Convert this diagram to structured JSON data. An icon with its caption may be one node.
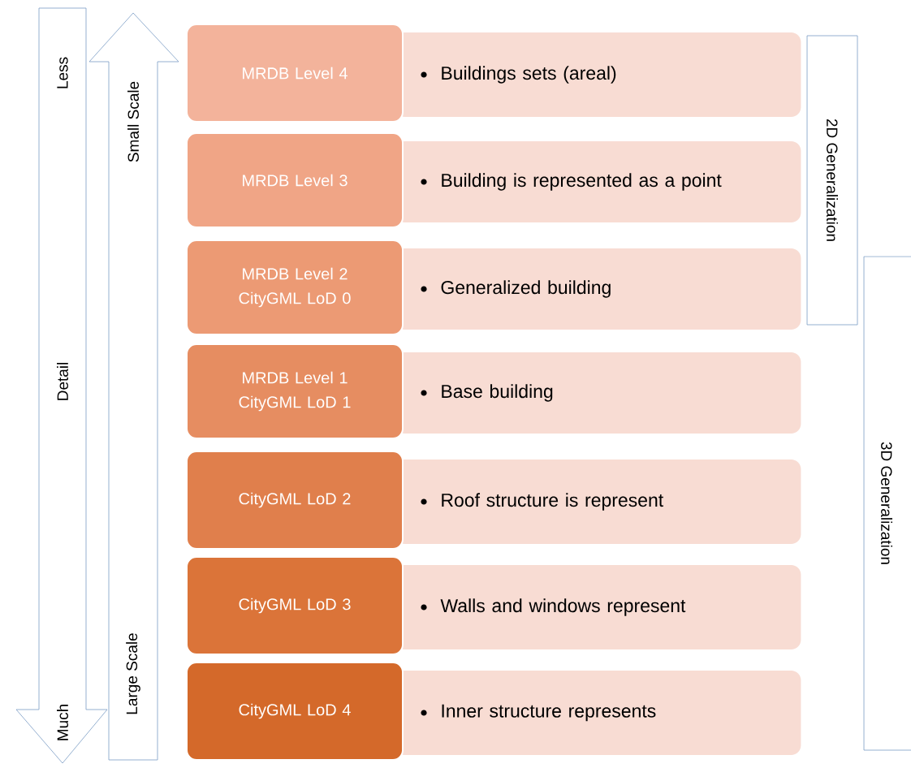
{
  "diagram": {
    "nodes": [
      {
        "text": [
          "Less",
          "Detail",
          "Much"
        ]
      },
      {
        "text": [
          "Small Scale",
          "Large Scale"
        ]
      },
      {
        "text": [
          "MRDB Level 4"
        ]
      },
      {
        "text": [
          "Buildings sets (areal)"
        ]
      },
      {
        "text": [
          "MRDB Level 3"
        ]
      },
      {
        "text": [
          "Building is represented as a point"
        ]
      },
      {
        "text": [
          "MRDB Level 2",
          "CityGML LoD 0"
        ]
      },
      {
        "text": [
          "Generalized building"
        ]
      },
      {
        "text": [
          "MRDB Level 1",
          "CityGML LoD 1"
        ]
      },
      {
        "text": [
          "Base building"
        ]
      },
      {
        "text": [
          "CityGML LoD 2"
        ]
      },
      {
        "text": [
          "Roof structure is represent"
        ]
      },
      {
        "text": [
          "CityGML LoD 3"
        ]
      },
      {
        "text": [
          "Walls and windows represent"
        ]
      },
      {
        "text": [
          "CityGML LoD 4"
        ]
      },
      {
        "text": [
          "Inner structure represents"
        ]
      },
      {
        "text": [
          "2D Generalization"
        ]
      },
      {
        "text": [
          "3D Generalization"
        ]
      }
    ]
  }
}
